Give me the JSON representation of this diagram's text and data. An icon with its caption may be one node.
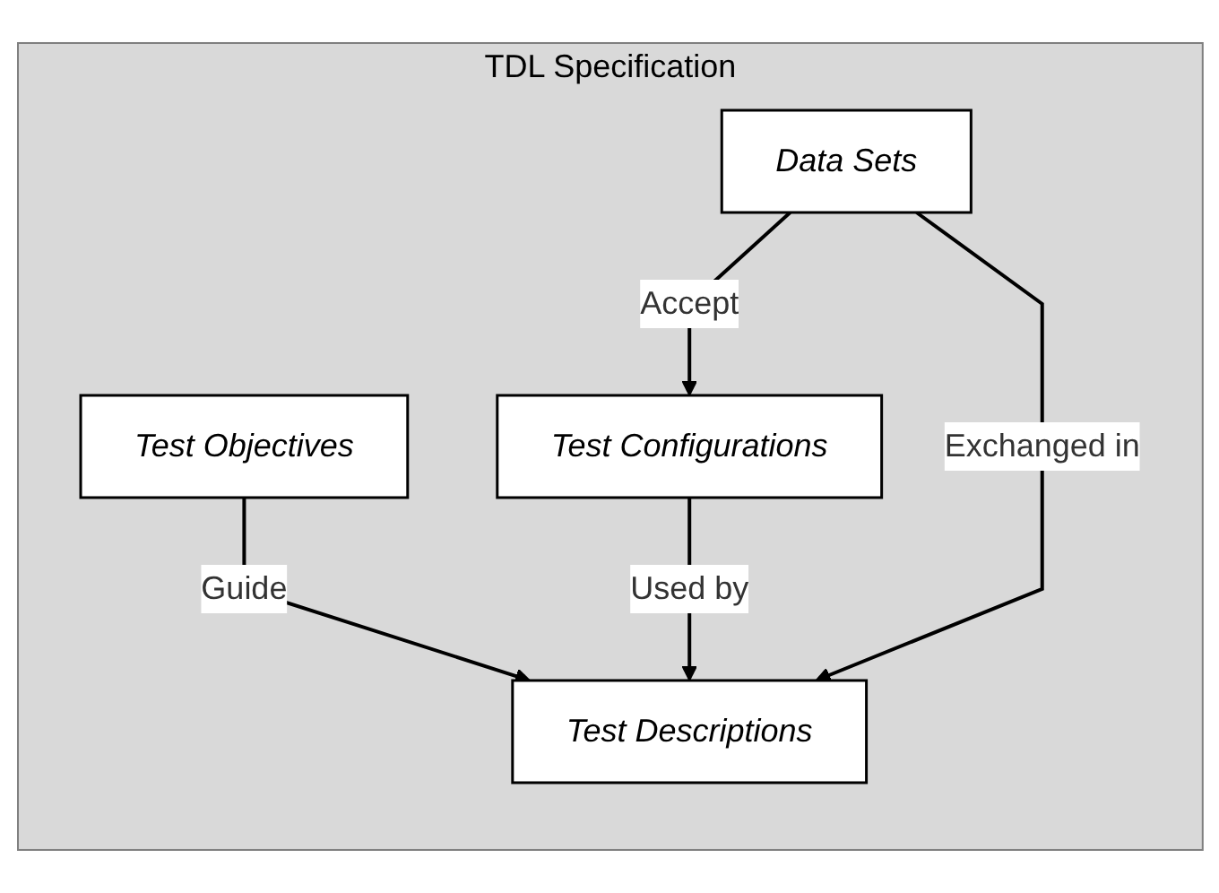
{
  "diagram": {
    "nodes": [
      {
        "text": [
          "TDL Specification"
        ]
      },
      {
        "text": [
          "Test Objectives"
        ],
        "in": 0
      },
      {
        "text": [
          "Data Sets"
        ],
        "in": 0
      },
      {
        "text": [
          "Test Configurations"
        ],
        "in": 0
      },
      {
        "text": [
          "Test Descriptions"
        ],
        "in": 0
      }
    ],
    "edges": [
      {
        "from": 1,
        "to": 4,
        "arrow": "to",
        "label": "Guide"
      },
      {
        "from": 3,
        "to": 4,
        "arrow": "to",
        "label": "Used by"
      },
      {
        "from": 2,
        "to": 3,
        "arrow": "to",
        "label": "Accept"
      },
      {
        "from": 2,
        "to": 4,
        "arrow": "to",
        "label": "Exchanged in"
      }
    ]
  }
}
